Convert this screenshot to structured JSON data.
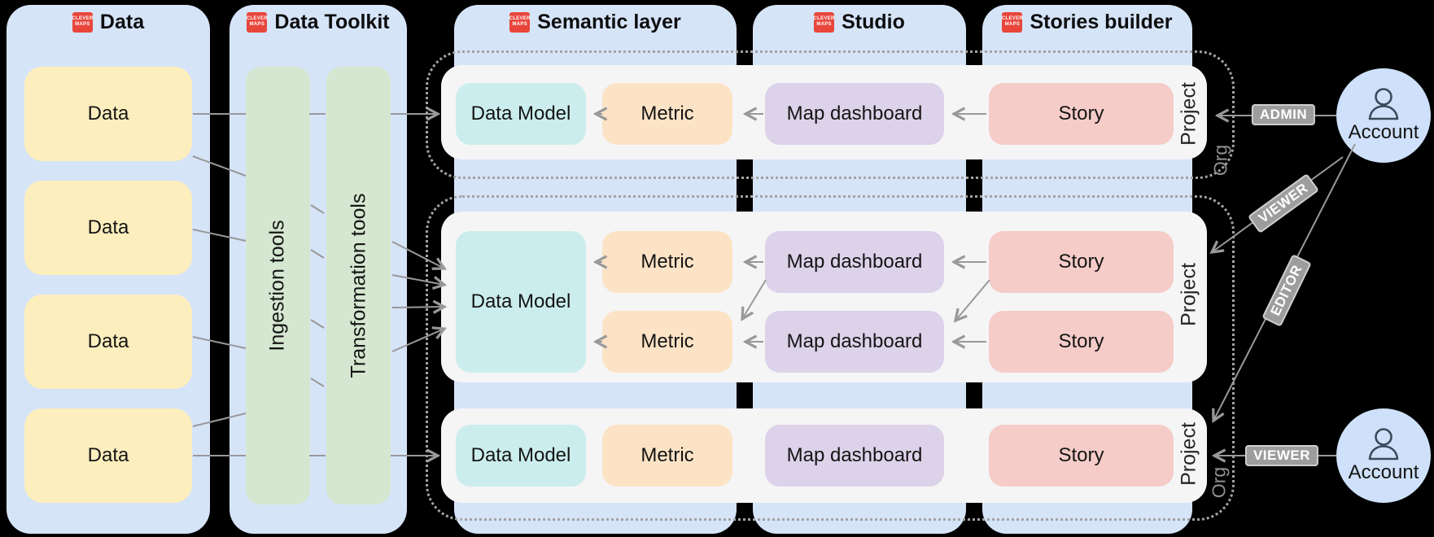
{
  "logo": {
    "line1": "CLEVER",
    "line2": "MAPS"
  },
  "headers": [
    {
      "label": "Data"
    },
    {
      "label": "Data Toolkit"
    },
    {
      "label": "Semantic layer"
    },
    {
      "label": "Studio"
    },
    {
      "label": "Stories builder"
    }
  ],
  "sources": [
    "Data",
    "Data",
    "Data",
    "Data"
  ],
  "toolkit": {
    "ingestion_label": "Ingestion tools",
    "transformation_label": "Transformation tools"
  },
  "pipeline_rows": [
    {
      "project_label": "Project",
      "boxes": {
        "data_model": "Data Model",
        "metric": "Metric",
        "map_dashboard": "Map dashboard",
        "story": "Story"
      }
    },
    {
      "project_label": "Project",
      "boxes": {
        "data_model": "Data Model",
        "metric_a": "Metric",
        "metric_b": "Metric",
        "map_a": "Map dashboard",
        "map_b": "Map dashboard",
        "story_a": "Story",
        "story_b": "Story"
      }
    },
    {
      "project_label": "Project",
      "boxes": {
        "data_model": "Data Model",
        "metric": "Metric",
        "map_dashboard": "Map dashboard",
        "story": "Story"
      }
    }
  ],
  "orgs": [
    {
      "label": "Org"
    },
    {
      "label": "Org"
    }
  ],
  "accounts": [
    {
      "label": "Account"
    },
    {
      "label": "Account"
    }
  ],
  "role_badges": [
    {
      "label": "ADMIN"
    },
    {
      "label": "VIEWER"
    },
    {
      "label": "EDITOR"
    },
    {
      "label": "VIEWER"
    }
  ],
  "colors": {
    "column_bg": "#d6e4f8",
    "source_box": "#fdeebd",
    "toolkit_bar": "#d5e7d0",
    "row_bg": "#f5f5f6",
    "data_model": "#cbeded",
    "metric": "#fde3c6",
    "map_dashboard": "#dcd2e9",
    "story": "#f5ccc8",
    "account": "#cfe1fa",
    "logo": "#e8463c",
    "connector": "#999999",
    "badge": "#9d9d9d"
  }
}
